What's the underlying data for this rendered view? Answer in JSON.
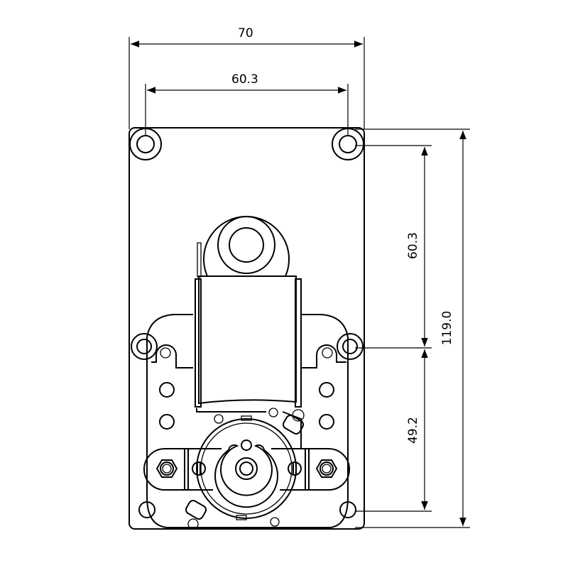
{
  "drawing": {
    "title": "Gear motor dimension drawing",
    "dimensions": {
      "overall_width": "70",
      "hole_spacing_horizontal": "60.3",
      "hole_spacing_vertical_top": "60.3",
      "hole_spacing_vertical_bottom": "49.2",
      "overall_height": "119.0"
    }
  }
}
